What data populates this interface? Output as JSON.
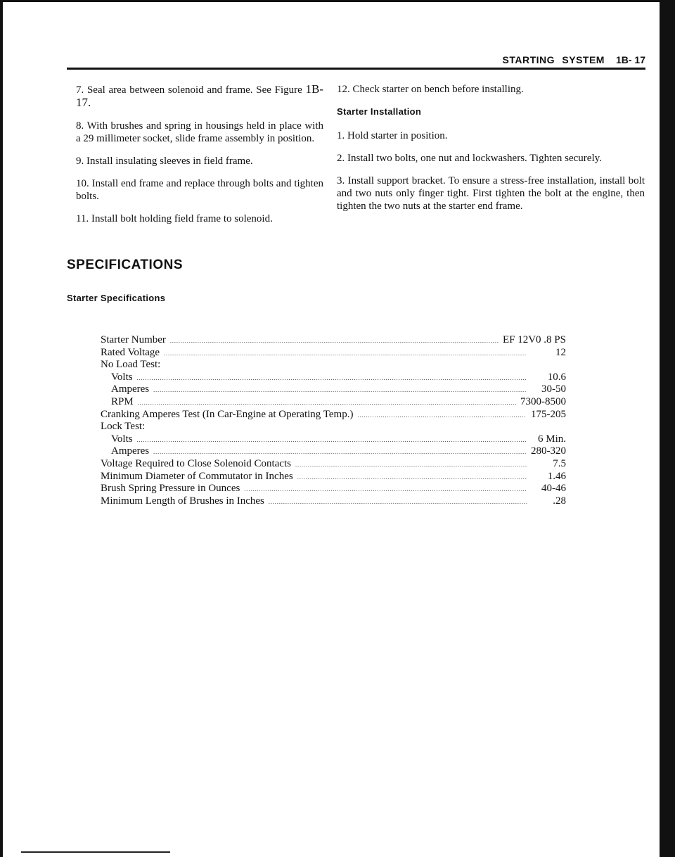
{
  "header": {
    "section": "STARTING SYSTEM",
    "page": "1B- 17"
  },
  "left_column": [
    {
      "num": "7.",
      "text": "Seal area between solenoid and frame. See Figure",
      "fig": "1B-17."
    },
    {
      "num": "8.",
      "text": "With brushes and spring in housings held in place with a 29 millimeter socket, slide frame assembly in position."
    },
    {
      "num": "9.",
      "text": "Install insulating sleeves in field frame."
    },
    {
      "num": "10.",
      "text": "Install end frame and replace through bolts and tighten bolts."
    },
    {
      "num": "11.",
      "text": "Install bolt holding field frame to solenoid."
    }
  ],
  "right_column": {
    "item12": {
      "num": "12.",
      "text": "Check starter on bench before installing."
    },
    "subhead": "Starter Installation",
    "items": [
      {
        "num": "1.",
        "text": "Hold starter in position."
      },
      {
        "num": "2.",
        "text": "Install two bolts, one nut and lockwashers. Tighten securely."
      },
      {
        "num": "3.",
        "text": "Install support bracket. To ensure a stress-free installation, install bolt and two nuts only finger tight. First tighten the bolt at the engine, then tighten the two nuts at the starter end frame."
      }
    ]
  },
  "specifications": {
    "title": "SPECIFICATIONS",
    "subtitle": "Starter Specifications",
    "rows": [
      {
        "label": "Starter Number",
        "value": "EF 12V0 .8 PS",
        "indent": false
      },
      {
        "label": "Rated Voltage",
        "value": "12",
        "indent": false
      },
      {
        "label": "No Load Test:",
        "value": "",
        "indent": false
      },
      {
        "label": "Volts",
        "value": "10.6",
        "indent": true
      },
      {
        "label": "Amperes",
        "value": "30-50",
        "indent": true
      },
      {
        "label": "RPM",
        "value": "7300-8500",
        "indent": true
      },
      {
        "label": "Cranking Amperes Test (In Car-Engine at Operating Temp.)",
        "value": "175-205",
        "indent": false
      },
      {
        "label": "Lock Test:",
        "value": "",
        "indent": false
      },
      {
        "label": "Volts",
        "value": "6 Min.",
        "indent": true
      },
      {
        "label": "Amperes",
        "value": "280-320",
        "indent": true
      },
      {
        "label": "Voltage Required to Close Solenoid Contacts",
        "value": "7.5",
        "indent": false
      },
      {
        "label": "Minimum Diameter of Commutator in Inches",
        "value": "1.46",
        "indent": false
      },
      {
        "label": "Brush Spring Pressure in Ounces",
        "value": "40-46",
        "indent": false
      },
      {
        "label": "Minimum Length of Brushes in Inches",
        "value": ".28",
        "indent": false
      }
    ]
  }
}
